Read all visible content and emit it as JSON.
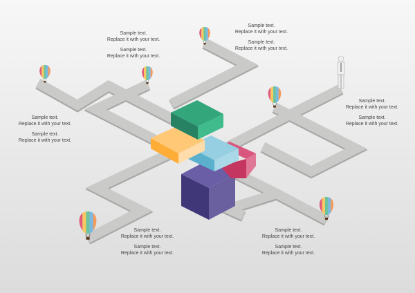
{
  "text_blocks": [
    {
      "title": "Sample text.",
      "body": "Replace it with your text."
    },
    {
      "title": "Sample text.",
      "body": "Replace it with your text."
    },
    {
      "title": "Sample text.",
      "body": "Replace it with your text."
    },
    {
      "title": "Sample text.",
      "body": "Replace it with your text."
    },
    {
      "title": "Sample text.",
      "body": "Replace it with your text."
    },
    {
      "title": "Sample text.",
      "body": "Replace it with your text."
    },
    {
      "title": "Sample text.",
      "body": "Replace it with your text."
    },
    {
      "title": "Sample text.",
      "body": "Replace it with your text."
    },
    {
      "title": "Sample text.",
      "body": "Replace it with your text."
    },
    {
      "title": "Sample text.",
      "body": "Replace it with your text."
    },
    {
      "title": "Sample text.",
      "body": "Replace it with your text."
    },
    {
      "title": "Sample text.",
      "body": "Replace it with your text."
    }
  ],
  "colors": {
    "road": "#c9c9c8",
    "green": "#33a67c",
    "yellow": "#ffc56e",
    "blue": "#8fcce0",
    "pink": "#d9577f",
    "purple": "#544a93"
  }
}
